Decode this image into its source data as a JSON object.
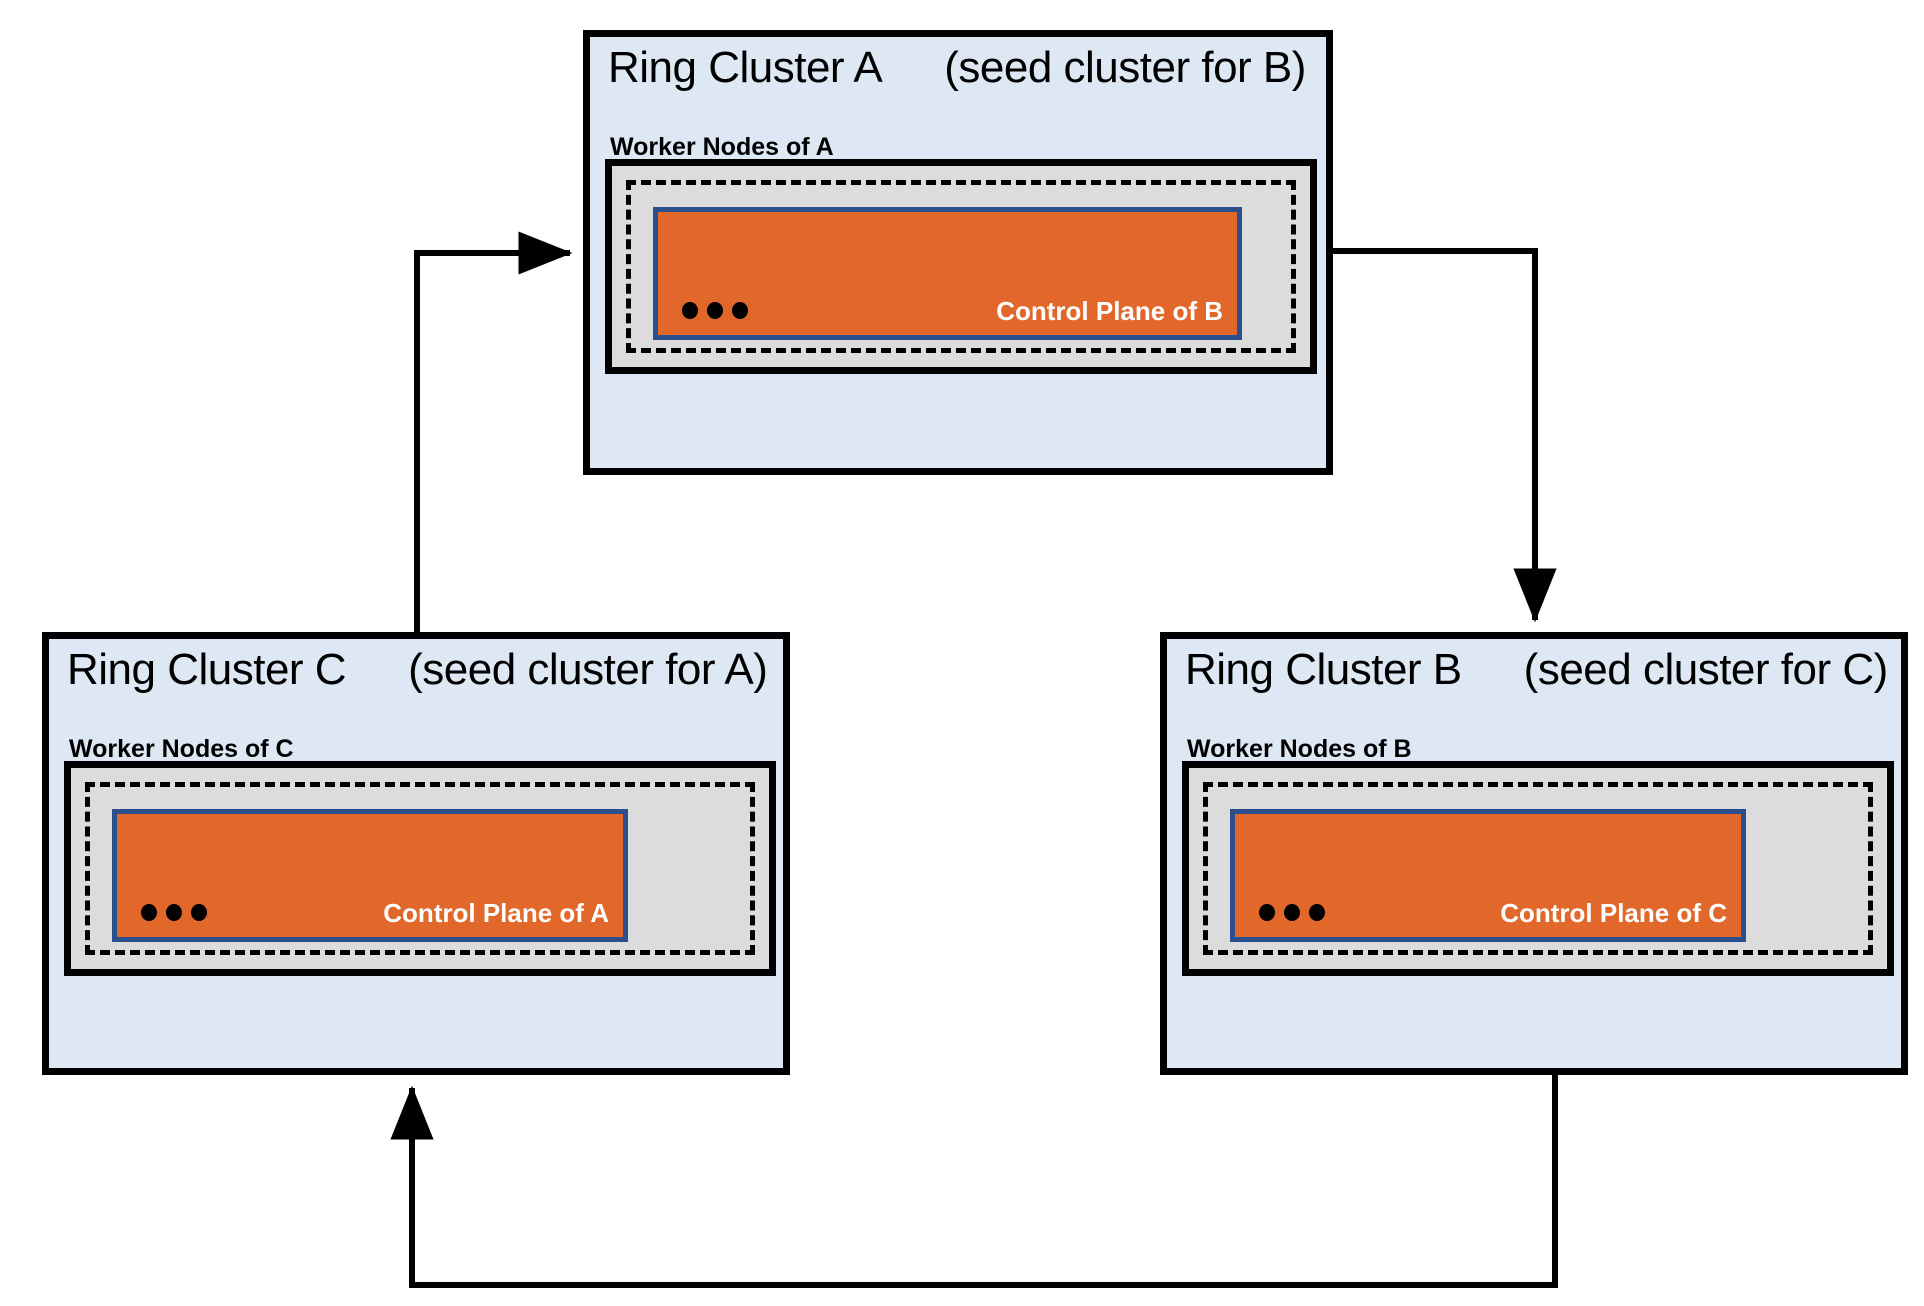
{
  "diagram": {
    "title_visible": false,
    "colors": {
      "cluster_fill": "#dee8f4",
      "worker_fill": "#dcdcdc",
      "control_plane_fill": "#e2672b",
      "control_plane_border": "#2a4f8c",
      "outline": "#000000",
      "label_text_on_orange": "#ffffff"
    },
    "clusters": [
      {
        "id": "a",
        "title": "Ring Cluster A",
        "subtitle": "(seed cluster for B)",
        "worker_label": "Worker Nodes of A",
        "control_plane_label": "Control Plane of B",
        "ellipsis": "•••"
      },
      {
        "id": "c",
        "title": "Ring Cluster C",
        "subtitle": "(seed cluster for A)",
        "worker_label": "Worker Nodes of C",
        "control_plane_label": "Control Plane of A",
        "ellipsis": "•••"
      },
      {
        "id": "b",
        "title": "Ring Cluster B",
        "subtitle": "(seed cluster for C)",
        "worker_label": "Worker Nodes of B",
        "control_plane_label": "Control Plane of C",
        "ellipsis": "•••"
      }
    ],
    "connections": [
      {
        "id": "c-to-a",
        "from": "Ring Cluster C",
        "to": "Ring Cluster A",
        "direction": "up-right"
      },
      {
        "id": "a-to-b",
        "from": "Ring Cluster A",
        "to": "Ring Cluster B",
        "direction": "right-down"
      },
      {
        "id": "b-to-c",
        "from": "Ring Cluster B",
        "to": "Ring Cluster C",
        "direction": "down-left-up"
      }
    ]
  }
}
